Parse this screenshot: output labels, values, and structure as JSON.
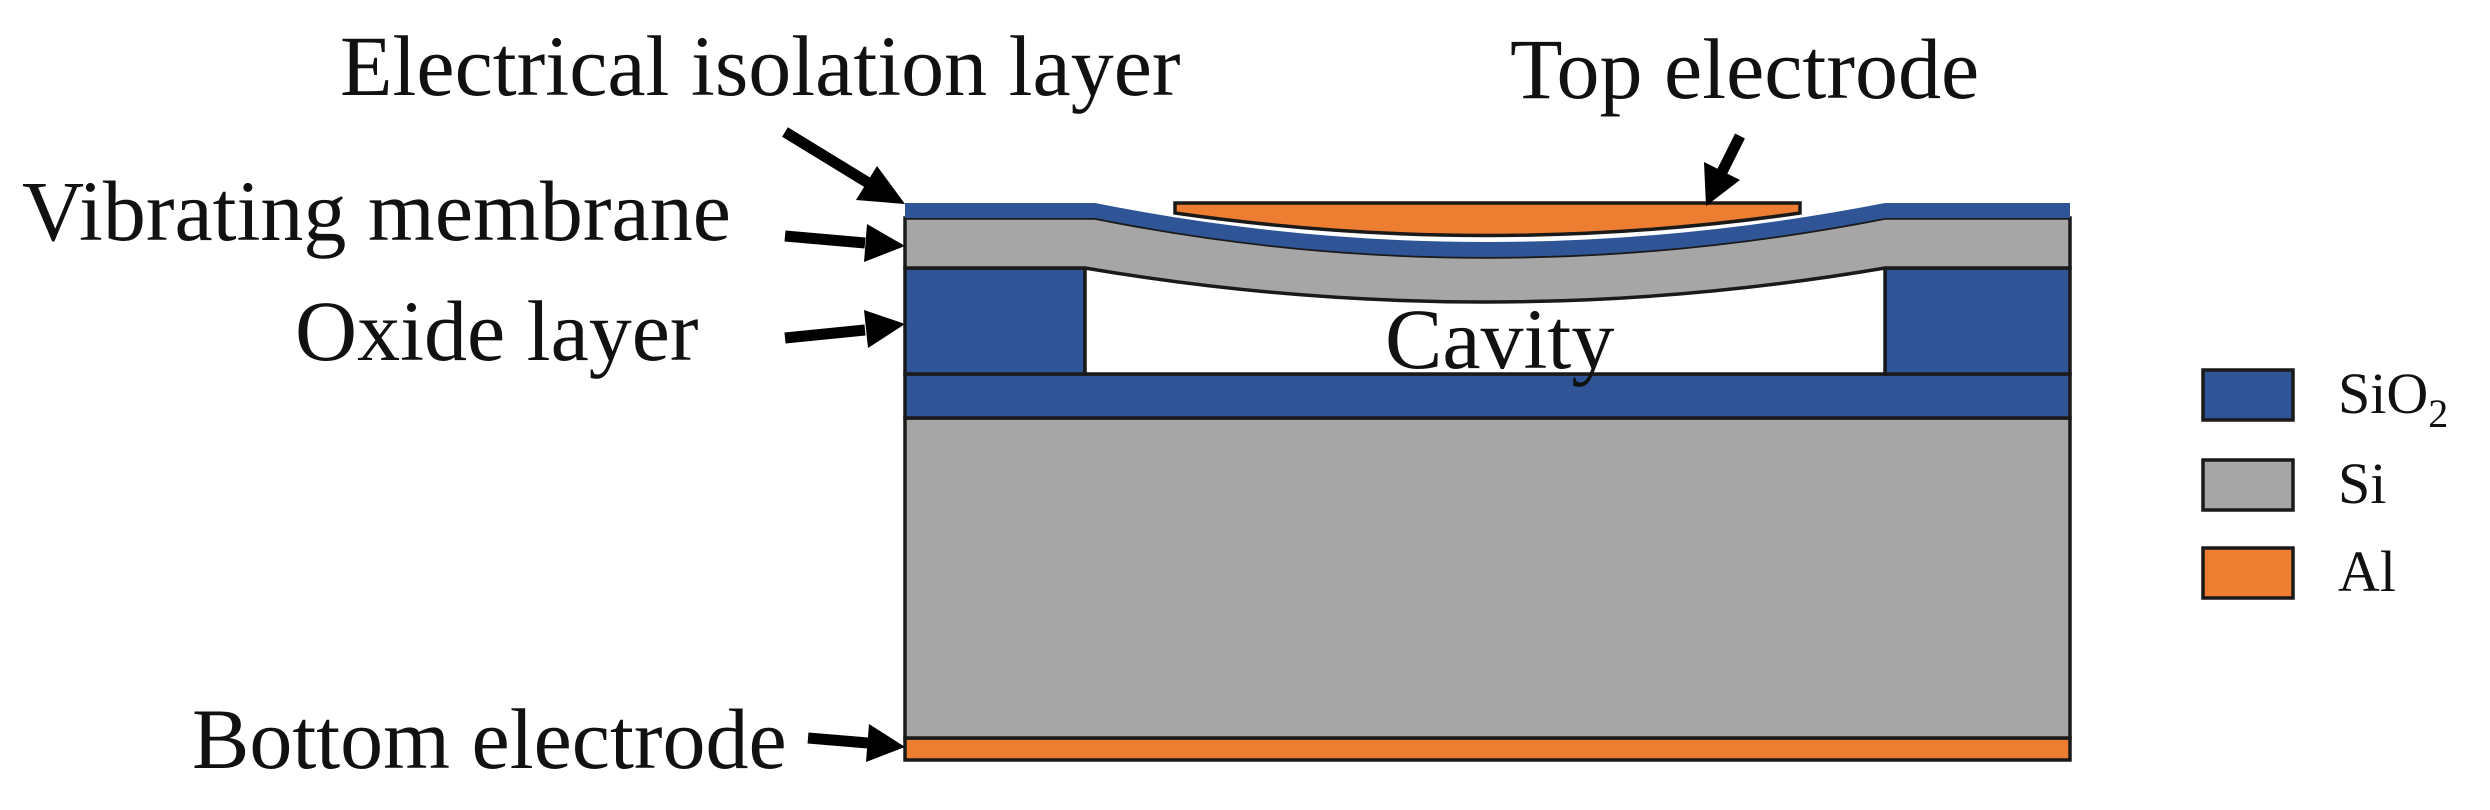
{
  "colors": {
    "sio2": "#2f5597",
    "si": "#a6a6a6",
    "al": "#ed7d31",
    "outline": "#1a1a1a",
    "cavity": "#ffffff",
    "arrow": "#000000"
  },
  "labels": {
    "isolation_layer": "Electrical isolation layer",
    "top_electrode": "Top electrode",
    "vibrating_membrane": "Vibrating membrane",
    "oxide_layer": "Oxide layer",
    "cavity": "Cavity",
    "bottom_electrode": "Bottom electrode"
  },
  "legend": {
    "items": [
      {
        "material": "SiO",
        "subscript": "2",
        "color_key": "sio2",
        "icon": "sio2-swatch-icon"
      },
      {
        "material": "Si",
        "subscript": "",
        "color_key": "si",
        "icon": "si-swatch-icon"
      },
      {
        "material": "Al",
        "subscript": "",
        "color_key": "al",
        "icon": "al-swatch-icon"
      }
    ]
  }
}
